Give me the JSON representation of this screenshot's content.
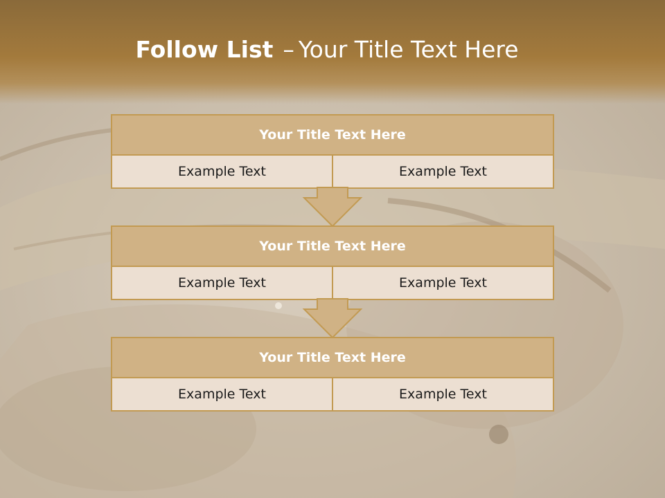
{
  "slide": {
    "title_bold": "Follow List",
    "title_dash": "–",
    "title_rest": "Your Title Text Here"
  },
  "steps": [
    {
      "title": "Your Title Text Here",
      "left": "Example Text",
      "right": "Example Text"
    },
    {
      "title": "Your Title Text Here",
      "left": "Example Text",
      "right": "Example Text"
    },
    {
      "title": "Your Title Text Here",
      "left": "Example Text",
      "right": "Example Text"
    }
  ],
  "colors": {
    "header_brown": "#a37a3c",
    "block_head_fill": "#d0b285",
    "block_cell_fill": "#ecdfd2",
    "border_gold": "#c29a52",
    "arrow_fill": "#d0b285"
  }
}
